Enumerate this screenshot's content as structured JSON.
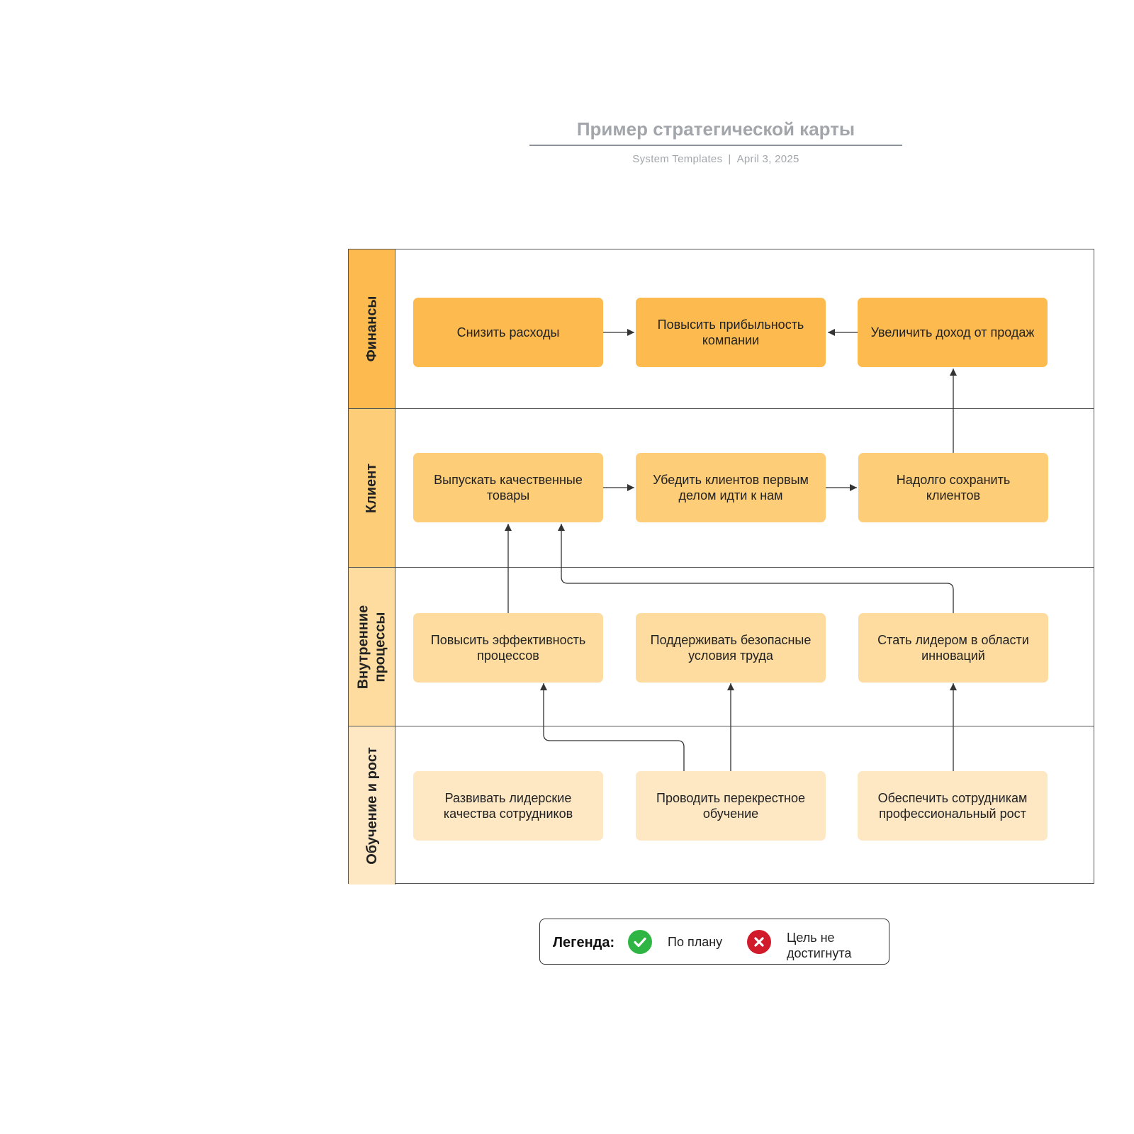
{
  "header": {
    "title": "Пример стратегической карты",
    "source": "System Templates",
    "date": "April 3, 2025"
  },
  "colors": {
    "finance": "#fdbb4f",
    "customer": "#fdcd78",
    "process": "#fedc9f",
    "learning": "#fee7c3",
    "line": "#333333",
    "on_plan": "#2fb543",
    "not_achieved": "#d11a2a"
  },
  "lanes": [
    {
      "label": "Финансы"
    },
    {
      "label": "Клиент"
    },
    {
      "label": "Внутренние процессы"
    },
    {
      "label": "Обучение и рост"
    }
  ],
  "objectives": {
    "finance": [
      "Снизить расходы",
      "Повысить прибыльность компании",
      "Увеличить доход от продаж"
    ],
    "customer": [
      "Выпускать качественные товары",
      "Убедить клиентов первым делом идти к нам",
      "Надолго сохранить клиентов"
    ],
    "process": [
      "Повысить эффективность процессов",
      "Поддерживать безопасные условия труда",
      "Стать лидером в области инноваций"
    ],
    "learning": [
      "Развивать лидерские качества сотрудников",
      "Проводить перекрестное обучение",
      "Обеспечить сотрудникам профессиональный рост"
    ]
  },
  "legend": {
    "title": "Легенда:",
    "on_plan": "По плану",
    "not_achieved": "Цель не достигнута",
    "on_plan_icon": "check-circle-icon",
    "not_achieved_icon": "x-circle-icon"
  }
}
